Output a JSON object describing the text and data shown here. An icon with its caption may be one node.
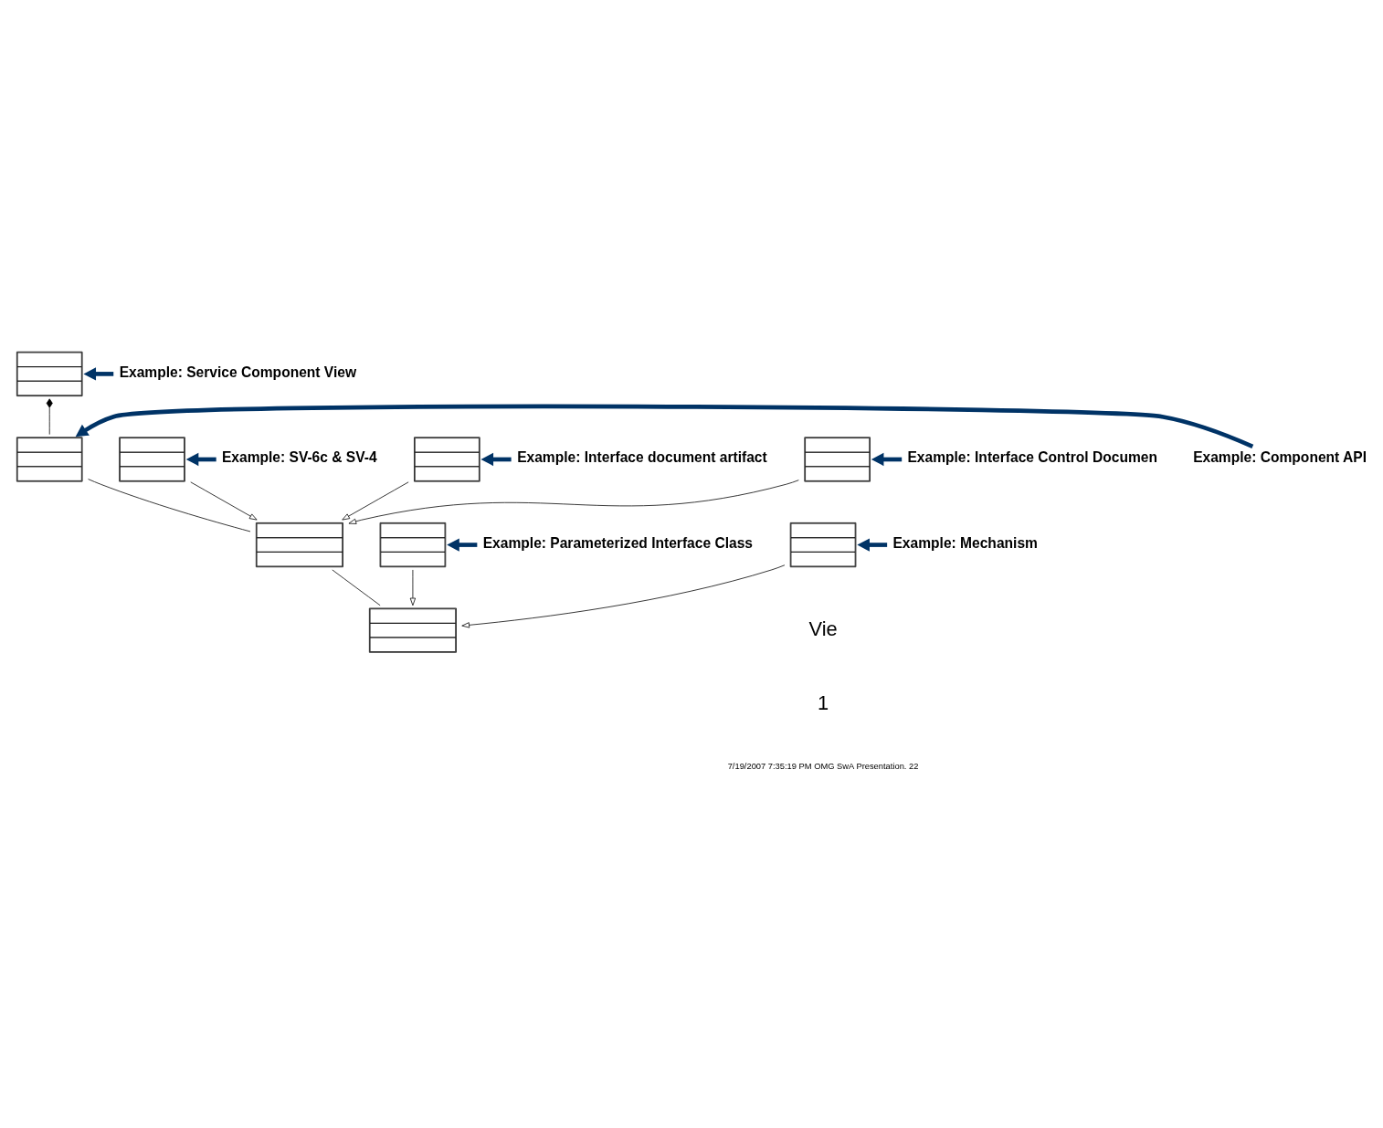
{
  "diagram": {
    "nodes": [
      {
        "text": [],
        "shape": "box"
      },
      {
        "text": [],
        "shape": "box"
      },
      {
        "text": [],
        "shape": "box"
      },
      {
        "text": [],
        "shape": "box"
      },
      {
        "text": [],
        "shape": "box"
      },
      {
        "text": [],
        "shape": "box"
      },
      {
        "text": [],
        "shape": "box"
      },
      {
        "text": [],
        "shape": "box"
      },
      {
        "text": [],
        "shape": "box"
      },
      {
        "text": [
          "Example: Service Component View"
        ]
      },
      {
        "text": [
          "Example: Component API"
        ]
      },
      {
        "text": [
          "Example: SV-6c & SV-4"
        ]
      },
      {
        "text": [
          "Example: Interface document artifact"
        ]
      },
      {
        "text": [
          "Example: Interface Control Documen"
        ]
      },
      {
        "text": [
          "Example: Parameterized Interface Class"
        ]
      },
      {
        "text": [
          "Example: Mechanism"
        ]
      }
    ],
    "edges": [
      {
        "from": 0,
        "to": 1,
        "arrow": "other"
      },
      {
        "from": 1,
        "to": 3,
        "arrow": "none"
      },
      {
        "from": 2,
        "to": 3,
        "arrow": "to"
      },
      {
        "from": 4,
        "to": 3,
        "arrow": "to"
      },
      {
        "from": 5,
        "to": 3,
        "arrow": "to"
      },
      {
        "from": 3,
        "to": 6,
        "arrow": "none"
      },
      {
        "from": 7,
        "to": 6,
        "arrow": "to"
      },
      {
        "from": 8,
        "to": 6,
        "arrow": "to"
      },
      {
        "from": 9,
        "to": 0,
        "arrow": "to",
        "style": "thick",
        "color": "#003366"
      },
      {
        "from": 10,
        "to": 1,
        "arrow": "to",
        "style": "thick",
        "color": "#003366"
      },
      {
        "from": 11,
        "to": 2,
        "arrow": "to",
        "style": "thick",
        "color": "#003366"
      },
      {
        "from": 12,
        "to": 4,
        "arrow": "to",
        "style": "thick",
        "color": "#003366"
      },
      {
        "from": 13,
        "to": 5,
        "arrow": "to",
        "style": "thick",
        "color": "#003366"
      },
      {
        "from": 14,
        "to": 7,
        "arrow": "to",
        "style": "thick",
        "color": "#003366"
      },
      {
        "from": 15,
        "to": 8,
        "arrow": "to",
        "style": "thick",
        "color": "#003366"
      }
    ],
    "labels": [
      "Vie",
      "1",
      "7/19/2007 7:35:19 PM OMG SwA Presentation. 22"
    ]
  }
}
